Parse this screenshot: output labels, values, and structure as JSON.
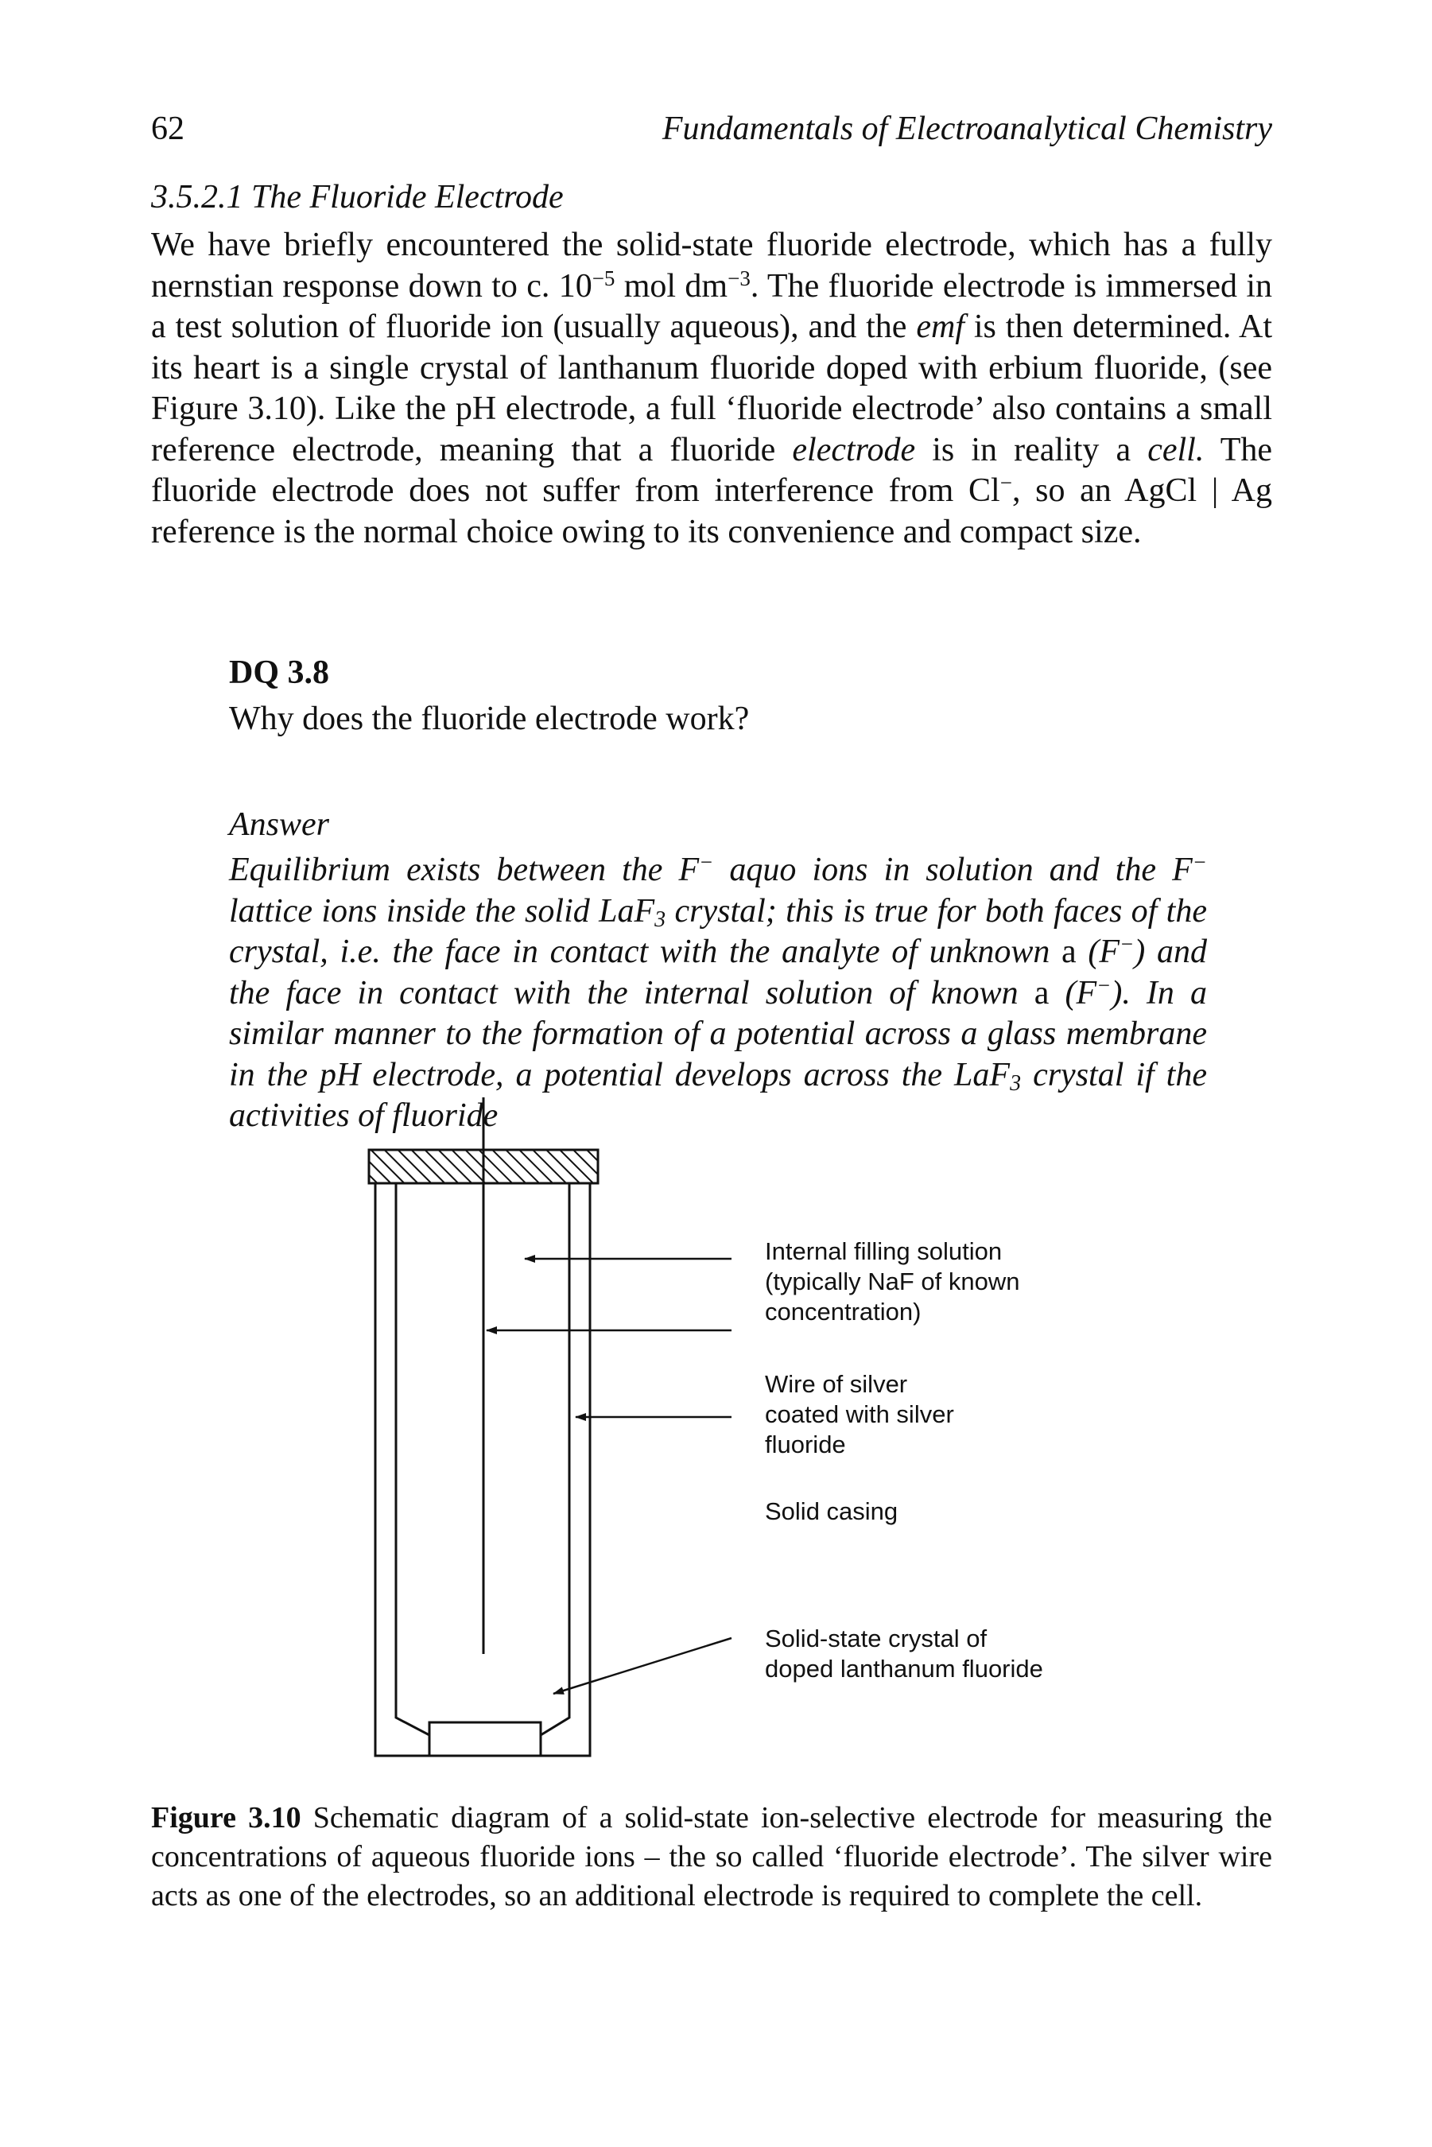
{
  "header": {
    "page_number": "62",
    "running_title": "Fundamentals of Electroanalytical Chemistry"
  },
  "section": {
    "heading": "3.5.2.1 The Fluoride Electrode"
  },
  "body": {
    "p1_a": "We have briefly encountered the solid-state fluoride electrode, which has a fully nernstian response down to c. 10",
    "p1_exp1": "−5",
    "p1_b": " mol dm",
    "p1_exp2": "−3",
    "p1_c": ". The fluoride electrode is immersed in a test solution of fluoride ion (usually aqueous), and the ",
    "p1_emf": "emf",
    "p1_d": " is then determined. At its heart is a single crystal of lanthanum fluoride doped with erbium fluoride, (see Figure 3.10). Like the pH electrode, a full ‘fluoride electrode’ also contains a small reference electrode, meaning that a fluoride ",
    "p1_electrode": "electrode",
    "p1_e": " is in reality a ",
    "p1_cell": "cell.",
    "p1_f": " The fluoride electrode does not suffer from interference from Cl",
    "p1_cl_sup": "−",
    "p1_g": ", so an AgCl | Ag reference is the normal choice owing to its convenience and compact size."
  },
  "dq": {
    "label": "DQ 3.8",
    "question": "Why does the fluoride electrode work?"
  },
  "answer": {
    "heading": "Answer",
    "s1": "Equilibrium exists between the F",
    "s1_sup": "−",
    "s2": " aquo ions in solution and the F",
    "s2_sup": "−",
    "s3": " lattice ions inside the solid LaF",
    "s3_sub": "3",
    "s4": " crystal; this is true for both faces of the crystal, i.e. the face in contact with the analyte of unknown ",
    "s4_a": "a",
    "s5": " (F",
    "s5_sup": "−",
    "s6": ") and the face in contact with the internal solution of known ",
    "s6_a": "a",
    "s7": " (F",
    "s7_sup": "−",
    "s8": "). In a similar manner to the formation of a potential across a glass membrane in the pH electrode, a potential develops across the LaF",
    "s8_sub": "3",
    "s9": " crystal if the activities of fluoride"
  },
  "figure": {
    "labels": {
      "internal_solution": "Internal filling solution\n(typically NaF of known\nconcentration)",
      "wire": "Wire of silver\ncoated with silver\nfluoride",
      "casing": "Solid casing",
      "crystal": "Solid-state crystal of\ndoped lanthanum fluoride"
    },
    "caption_label": "Figure 3.10",
    "caption_text": " Schematic diagram of a solid-state ion-selective electrode for measuring the concentrations of aqueous fluoride ions – the so called ‘fluoride electrode’. The silver wire acts as one of the electrodes, so an additional electrode is required to complete the cell."
  }
}
